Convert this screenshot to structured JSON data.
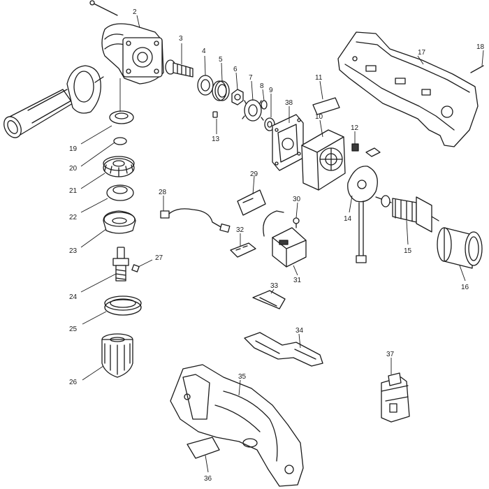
{
  "diagram": {
    "callouts": [
      {
        "num": "2"
      },
      {
        "num": "3"
      },
      {
        "num": "4"
      },
      {
        "num": "5"
      },
      {
        "num": "6"
      },
      {
        "num": "7"
      },
      {
        "num": "8"
      },
      {
        "num": "9"
      },
      {
        "num": "10"
      },
      {
        "num": "11"
      },
      {
        "num": "12"
      },
      {
        "num": "13"
      },
      {
        "num": "14"
      },
      {
        "num": "15"
      },
      {
        "num": "16"
      },
      {
        "num": "17"
      },
      {
        "num": "18"
      },
      {
        "num": "19"
      },
      {
        "num": "20"
      },
      {
        "num": "21"
      },
      {
        "num": "22"
      },
      {
        "num": "23"
      },
      {
        "num": "24"
      },
      {
        "num": "25"
      },
      {
        "num": "26"
      },
      {
        "num": "27"
      },
      {
        "num": "28"
      },
      {
        "num": "29"
      },
      {
        "num": "30"
      },
      {
        "num": "31"
      },
      {
        "num": "32"
      },
      {
        "num": "33"
      },
      {
        "num": "34"
      },
      {
        "num": "35"
      },
      {
        "num": "36"
      },
      {
        "num": "37"
      },
      {
        "num": "38"
      }
    ]
  }
}
